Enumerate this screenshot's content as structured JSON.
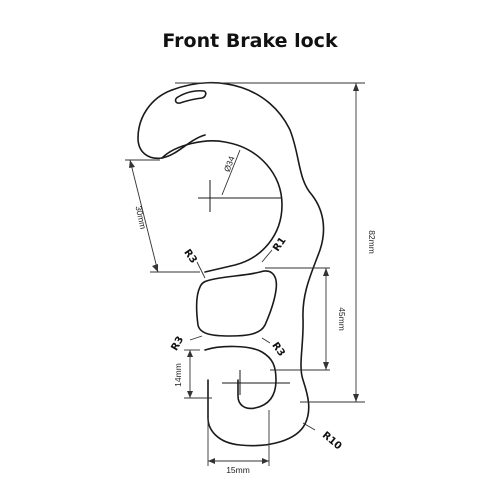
{
  "title": "Front Brake lock",
  "dimensions": {
    "diameter": "Ø34",
    "height_total": "82mm",
    "width_left": "30mm",
    "gap_height": "45mm",
    "hook_height": "14mm",
    "bottom_width": "15mm"
  },
  "radii": {
    "upper_left": "R3",
    "upper_right": "R1",
    "lower_left": "R3",
    "lower_right": "R3",
    "bottom": "R10"
  },
  "colors": {
    "outline": "#1a1a1a",
    "dimension_line": "#333333"
  }
}
